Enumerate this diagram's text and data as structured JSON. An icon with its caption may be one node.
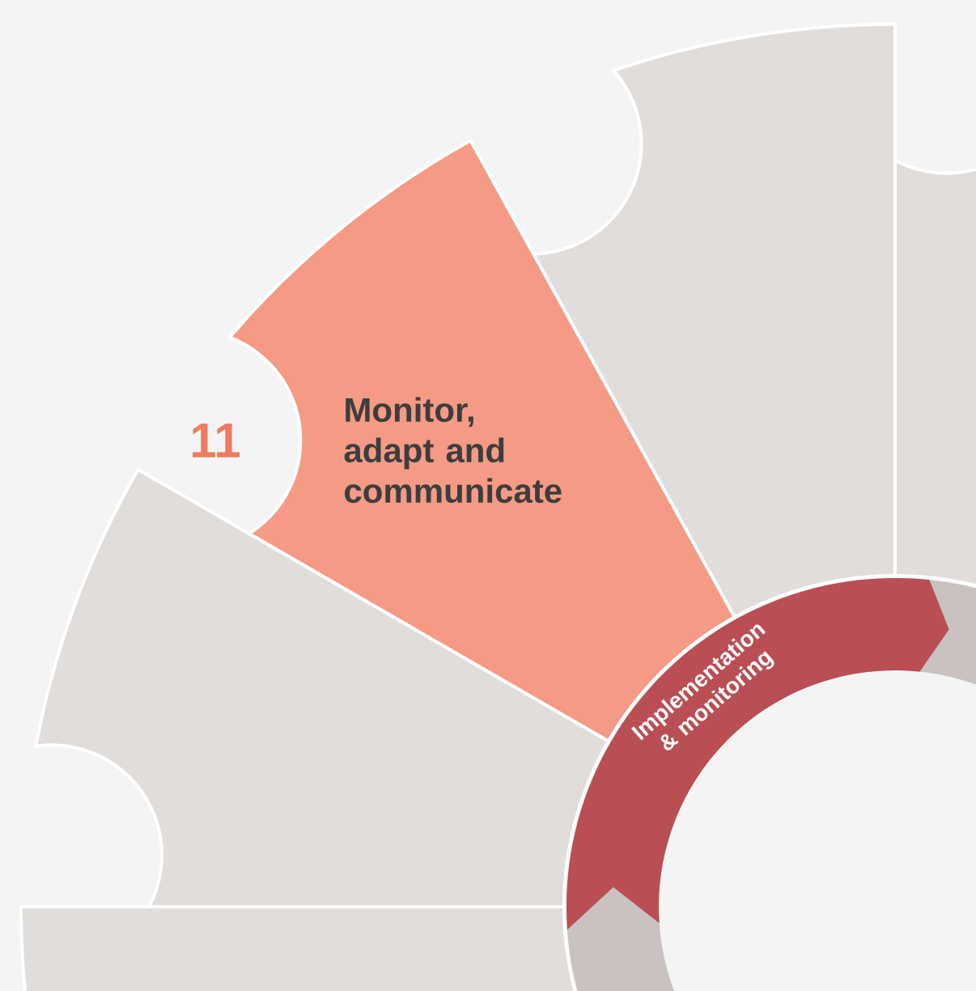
{
  "diagram": {
    "nodes": [
      {
        "text": [
          "11",
          "Monitor, adapt and communicate"
        ]
      },
      {
        "text": [
          "Implementation & monitoring"
        ]
      },
      {
        "text": [],
        "shape": "wedge"
      },
      {
        "text": [],
        "shape": "wedge"
      },
      {
        "text": [],
        "shape": "wedge"
      },
      {
        "text": [],
        "shape": "wedge"
      }
    ]
  }
}
